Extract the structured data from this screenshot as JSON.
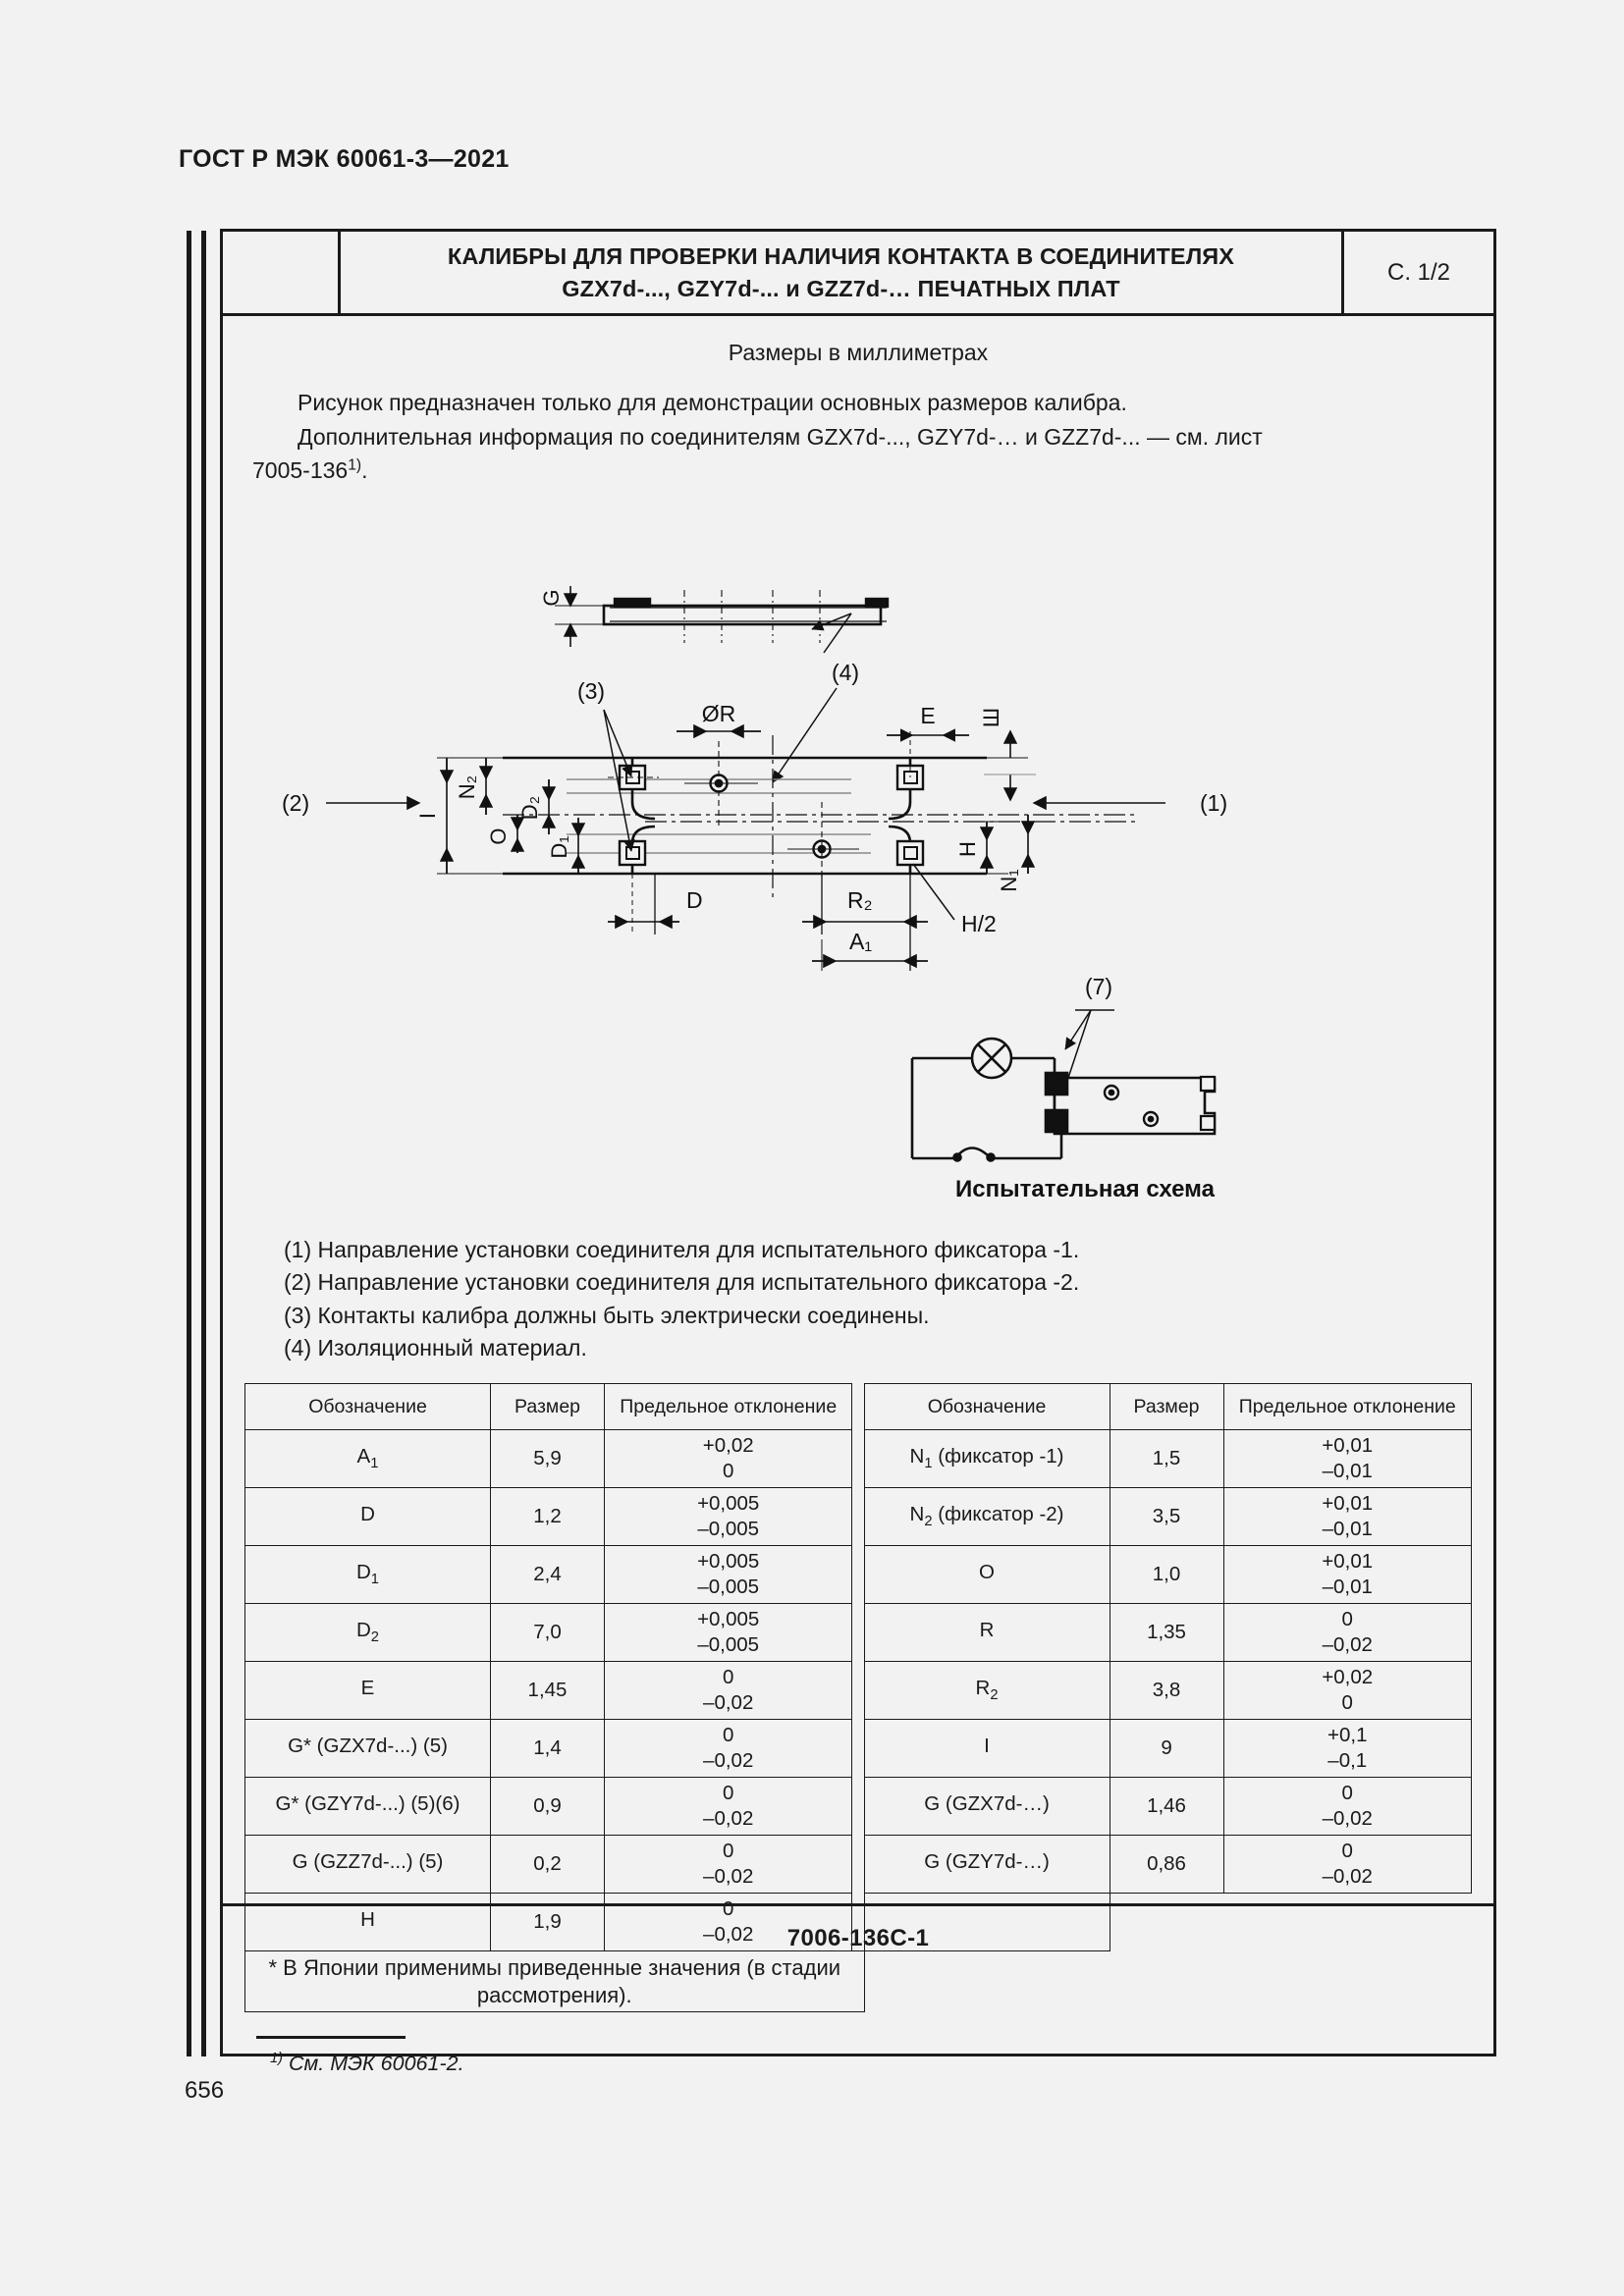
{
  "document": {
    "running_head": "ГОСТ Р МЭК 60061-3—2021",
    "folio": "656"
  },
  "sheet": {
    "title_line1": "КАЛИБРЫ ДЛЯ ПРОВЕРКИ НАЛИЧИЯ КОНТАКТА В СОЕДИНИТЕЛЯХ",
    "title_line2": "GZX7d-..., GZY7d-... и GZZ7d-… ПЕЧАТНЫХ ПЛАТ",
    "page_label": "С. 1/2",
    "sheet_number": "7006-136С-1"
  },
  "intro": {
    "units_note": "Размеры в миллиметрах",
    "para1": "Рисунок предназначен только для демонстрации основных размеров калибра.",
    "para2_a": "Дополнительная информация по соединителям GZX7d-..., GZY7d-… и GZZ7d-... — см. лист",
    "para2_b": "7005-136",
    "para2_sup": "1)",
    "para2_tail": "."
  },
  "drawing": {
    "caption": "Испытательная схема",
    "callouts": [
      "(1)",
      "(2)",
      "(3)",
      "(4)",
      "(7)"
    ],
    "dimension_labels": [
      "G",
      "ØR",
      "E",
      "Ш",
      "I",
      "N₂",
      "O",
      "D₂",
      "D₁",
      "D",
      "R₂",
      "A₁",
      "H",
      "N₁",
      "H/2"
    ]
  },
  "notes": [
    "(1) Направление установки соединителя для испытательного фиксатора -1.",
    "(2) Направление установки соединителя для испытательного фиксатора -2.",
    "(3) Контакты калибра должны быть электрически соединены.",
    "(4) Изоляционный материал."
  ],
  "table": {
    "headers": [
      "Обозначение",
      "Размер",
      "Предельное отклонение",
      "Обозначение",
      "Размер",
      "Предельное отклонение"
    ],
    "rows": [
      {
        "l_desig_main": "A",
        "l_desig_sub": "1",
        "l_size": "5,9",
        "l_tol_hi": "+0,02",
        "l_tol_lo": "0",
        "r_desig_main": "N",
        "r_desig_sub": "1",
        "r_desig_tail": " (фиксатор -1)",
        "r_size": "1,5",
        "r_tol_hi": "+0,01",
        "r_tol_lo": "–0,01"
      },
      {
        "l_desig_main": "D",
        "l_desig_sub": "",
        "l_size": "1,2",
        "l_tol_hi": "+0,005",
        "l_tol_lo": "–0,005",
        "r_desig_main": "N",
        "r_desig_sub": "2",
        "r_desig_tail": " (фиксатор -2)",
        "r_size": "3,5",
        "r_tol_hi": "+0,01",
        "r_tol_lo": "–0,01"
      },
      {
        "l_desig_main": "D",
        "l_desig_sub": "1",
        "l_size": "2,4",
        "l_tol_hi": "+0,005",
        "l_tol_lo": "–0,005",
        "r_desig_main": "O",
        "r_desig_sub": "",
        "r_desig_tail": "",
        "r_size": "1,0",
        "r_tol_hi": "+0,01",
        "r_tol_lo": "–0,01"
      },
      {
        "l_desig_main": "D",
        "l_desig_sub": "2",
        "l_size": "7,0",
        "l_tol_hi": "+0,005",
        "l_tol_lo": "–0,005",
        "r_desig_main": "R",
        "r_desig_sub": "",
        "r_desig_tail": "",
        "r_size": "1,35",
        "r_tol_hi": "0",
        "r_tol_lo": "–0,02"
      },
      {
        "l_desig_main": "E",
        "l_desig_sub": "",
        "l_size": "1,45",
        "l_tol_hi": "0",
        "l_tol_lo": "–0,02",
        "r_desig_main": "R",
        "r_desig_sub": "2",
        "r_desig_tail": "",
        "r_size": "3,8",
        "r_tol_hi": "+0,02",
        "r_tol_lo": "0"
      },
      {
        "l_desig_main": "G* (GZX7d-...) (5)",
        "l_desig_sub": "",
        "l_size": "1,4",
        "l_tol_hi": "0",
        "l_tol_lo": "–0,02",
        "r_desig_main": "I",
        "r_desig_sub": "",
        "r_desig_tail": "",
        "r_size": "9",
        "r_tol_hi": "+0,1",
        "r_tol_lo": "–0,1"
      },
      {
        "l_desig_main": "G* (GZY7d-...) (5)(6)",
        "l_desig_sub": "",
        "l_size": "0,9",
        "l_tol_hi": "0",
        "l_tol_lo": "–0,02",
        "r_desig_main": "G (GZX7d-…)",
        "r_desig_sub": "",
        "r_desig_tail": "",
        "r_size": "1,46",
        "r_tol_hi": "0",
        "r_tol_lo": "–0,02"
      },
      {
        "l_desig_main": "G (GZZ7d-...) (5)",
        "l_desig_sub": "",
        "l_size": "0,2",
        "l_tol_hi": "0",
        "l_tol_lo": "–0,02",
        "r_desig_main": "G (GZY7d-…)",
        "r_desig_sub": "",
        "r_desig_tail": "",
        "r_size": "0,86",
        "r_tol_hi": "0",
        "r_tol_lo": "–0,02"
      },
      {
        "l_desig_main": "H",
        "l_desig_sub": "",
        "l_size": "1,9",
        "l_tol_hi": "0",
        "l_tol_lo": "–0,02",
        "r_desig_main": "",
        "r_desig_sub": "",
        "r_desig_tail": "",
        "r_size": "",
        "r_tol_hi": "",
        "r_tol_lo": ""
      }
    ],
    "star_note": "* В Японии применимы приведенные значения (в стадии рассмотрения)."
  },
  "footnote": {
    "marker": "1)",
    "text": "См. МЭК 60061-2."
  }
}
